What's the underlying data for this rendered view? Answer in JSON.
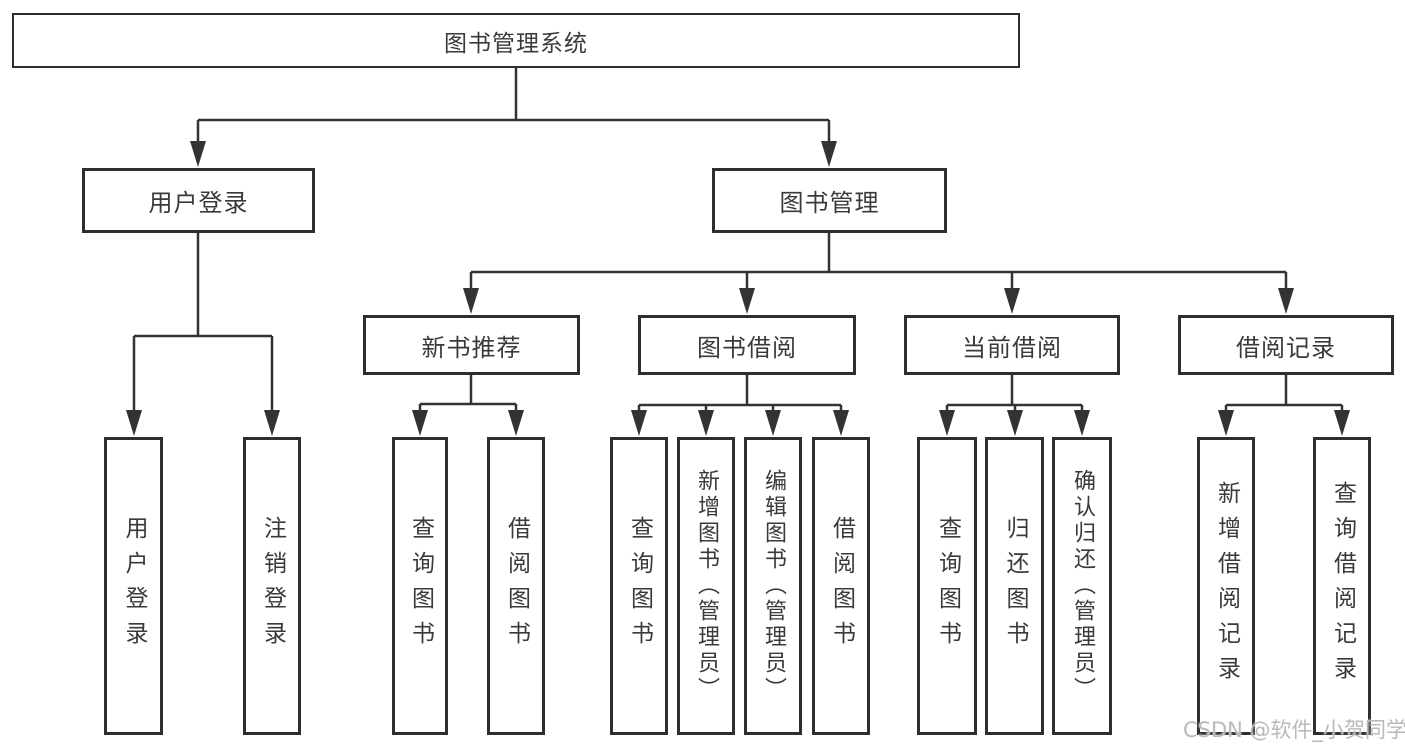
{
  "tree": {
    "root": {
      "label": "图书管理系统",
      "children": [
        {
          "label": "用户登录",
          "children": [
            {
              "label": "用户登录"
            },
            {
              "label": "注销登录"
            }
          ]
        },
        {
          "label": "图书管理",
          "children": [
            {
              "label": "新书推荐",
              "children": [
                {
                  "label": "查询图书"
                },
                {
                  "label": "借阅图书"
                }
              ]
            },
            {
              "label": "图书借阅",
              "children": [
                {
                  "label": "查询图书"
                },
                {
                  "label": "新增图书（管理员）"
                },
                {
                  "label": "编辑图书（管理员）"
                },
                {
                  "label": "借阅图书"
                }
              ]
            },
            {
              "label": "当前借阅",
              "children": [
                {
                  "label": "查询图书"
                },
                {
                  "label": "归还图书"
                },
                {
                  "label": "确认归还（管理员）"
                }
              ]
            },
            {
              "label": "借阅记录",
              "children": [
                {
                  "label": "新增借阅记录"
                },
                {
                  "label": "查询借阅记录"
                }
              ]
            }
          ]
        }
      ]
    }
  },
  "watermark": {
    "text": "CSDN @软件_小贺同学"
  },
  "colors": {
    "line": "#333333",
    "border": "#2e2e2e",
    "text": "#3a3a3a",
    "watermark": "#b9b9b9",
    "background": "#ffffff"
  }
}
